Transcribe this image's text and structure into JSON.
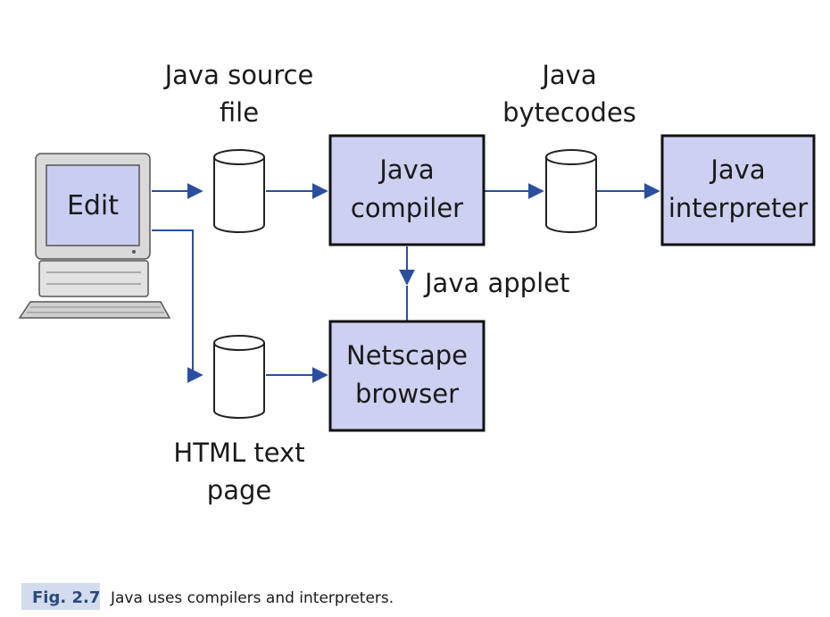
{
  "labels": {
    "java_source_file_1": "Java source",
    "java_source_file_2": "file",
    "java_bytecodes_1": "Java",
    "java_bytecodes_2": "bytecodes",
    "java_applet": "Java applet",
    "html_text_page_1": "HTML text",
    "html_text_page_2": "page"
  },
  "boxes": {
    "edit": "Edit",
    "compiler_1": "Java",
    "compiler_2": "compiler",
    "interpreter_1": "Java",
    "interpreter_2": "interpreter",
    "browser_1": "Netscape",
    "browser_2": "browser"
  },
  "caption": {
    "tag": "Fig. 2.7",
    "text": "Java uses compilers and interpreters."
  },
  "colors": {
    "box_fill": "#cdd0f0",
    "arrow": "#2b4fa0",
    "screen": "#c9cdf2",
    "caption_tag_bg": "#d3dcef"
  }
}
